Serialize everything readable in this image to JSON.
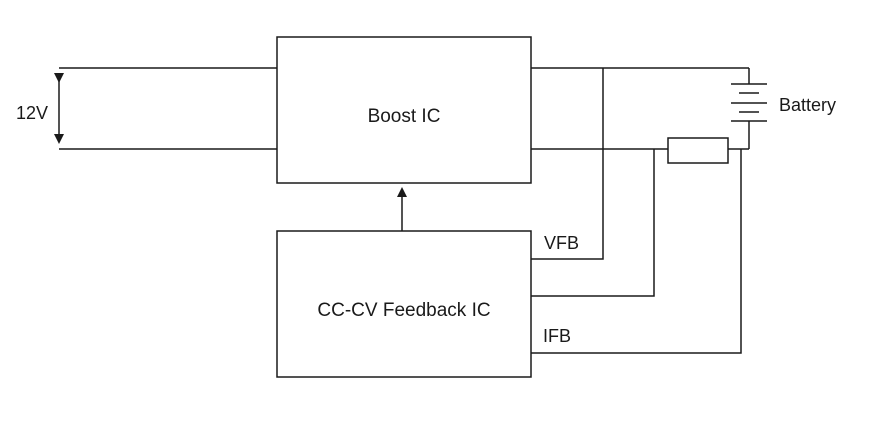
{
  "blocks": {
    "boost_ic": "Boost IC",
    "feedback_ic": "CC-CV Feedback IC"
  },
  "labels": {
    "input_voltage": "12V",
    "battery": "Battery",
    "vfb": "VFB",
    "ifb": "IFB"
  }
}
